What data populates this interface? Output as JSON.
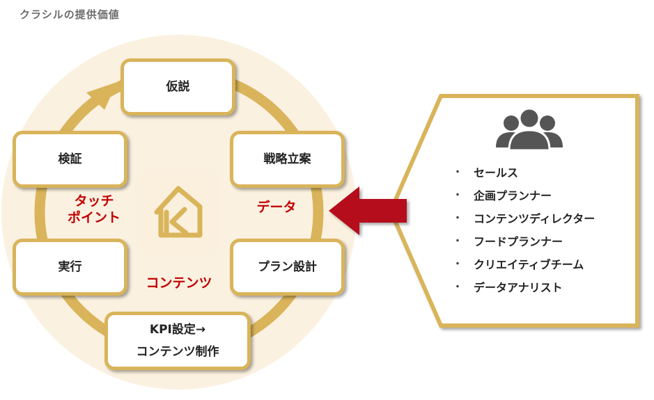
{
  "page_title": "クラシルの提供価値",
  "cycle": {
    "steps": [
      {
        "id": "hypothesis",
        "label": "仮説"
      },
      {
        "id": "strategy",
        "label": "戦略立案"
      },
      {
        "id": "plan-design",
        "label": "プラン設計"
      },
      {
        "id": "kpi",
        "label_line1": "KPI設定→",
        "label_line2": "コンテンツ制作"
      },
      {
        "id": "execute",
        "label": "実行"
      },
      {
        "id": "verify",
        "label": "検証"
      }
    ],
    "center_labels": {
      "touchpoint_line1": "タッチ",
      "touchpoint_line2": "ポイント",
      "data": "データ",
      "content": "コンテンツ"
    }
  },
  "roles": {
    "items": [
      "セールス",
      "企画プランナー",
      "コンテンツディレクター",
      "フードプランナー",
      "クリエイティブチーム",
      "データアナリスト"
    ],
    "bullet": "・"
  },
  "colors": {
    "gold": "#d9b45a",
    "circle_bg": "#fbf1e0",
    "red": "#c00000",
    "arrow_red": "#b5101a",
    "people_icon": "#555555"
  },
  "icons": {
    "logo": "kurashiru-house-logo-icon",
    "people": "people-group-icon",
    "arrow": "arrow-left-icon"
  }
}
